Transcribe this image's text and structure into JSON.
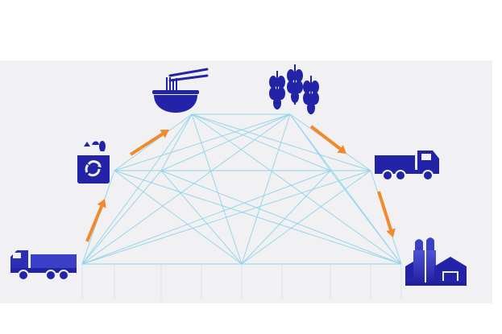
{
  "diagram": {
    "colors": {
      "background": "#ffffff",
      "panel": "#f1f1f3",
      "network_line": "#8fd3ea",
      "icon": "#2323a8",
      "icon_light": "#4a4ed0",
      "arrow": "#f08a2c"
    },
    "nodes": [
      {
        "id": "truck-left",
        "icon": "truck-icon"
      },
      {
        "id": "grocery",
        "icon": "grocery-bag-recycle-icon"
      },
      {
        "id": "noodles",
        "icon": "noodle-bowl-icon"
      },
      {
        "id": "grain",
        "icon": "wheat-icon"
      },
      {
        "id": "truck-right",
        "icon": "truck-icon"
      },
      {
        "id": "farm",
        "icon": "farm-silo-icon"
      }
    ],
    "flow": [
      {
        "from": "truck-left",
        "to": "grocery"
      },
      {
        "from": "grocery",
        "to": "noodles"
      },
      {
        "from": "grain",
        "to": "truck-right"
      },
      {
        "from": "truck-right",
        "to": "farm"
      }
    ],
    "network": {
      "style": "mesh"
    }
  }
}
